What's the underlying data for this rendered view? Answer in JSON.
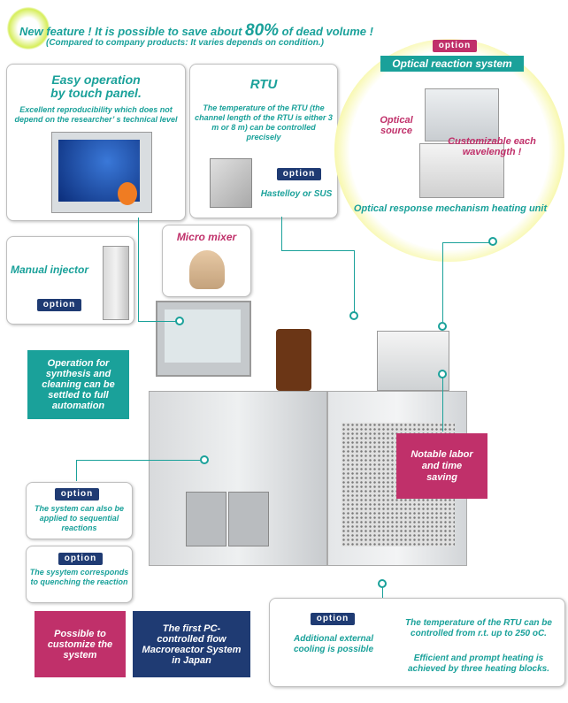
{
  "header": {
    "line1_pre": "New feature ! It is possible to save about ",
    "line1_pct": "80%",
    "line1_post": " of dead volume !",
    "line2": "(Compared to company products: It varies depends on condition.)"
  },
  "easy_op": {
    "title1": "Easy operation",
    "title2": "by  touch panel.",
    "desc": "Excellent reproducibility which  does not depend on the researcher’ s technical level"
  },
  "rtu": {
    "title": "RTU",
    "desc": "The temperature of the RTU (the channel length of the RTU is either 3 m or 8 m) can be controlled precisely",
    "option": "option",
    "material": "Hastelloy or SUS"
  },
  "optical": {
    "option": "option",
    "title": "Optical reaction system",
    "source": "Optical source",
    "custom": "Customizable each wavelength !",
    "heating": "Optical response mechanism heating unit"
  },
  "micro_mixer": {
    "title": "Micro mixer"
  },
  "manual_injector": {
    "title": "Manual injector",
    "option": "option"
  },
  "automation": {
    "text": "Operation for synthesis and cleaning can be settled to full automation"
  },
  "labor": {
    "text": "Notable labor and time saving"
  },
  "sequential": {
    "option": "option",
    "text": "The system can also be applied to sequential reactions"
  },
  "quenching": {
    "option": "option",
    "text": "The sysytem corresponds to quenching the reaction"
  },
  "customize": {
    "text": "Possible to customize the system"
  },
  "first": {
    "text": "The first PC-controlled flow Macroreactor System in Japan"
  },
  "cooling": {
    "option": "option",
    "text": "Additional external cooling is possible",
    "temp": "The temperature of the RTU can be controlled from r.t. up to 250 oC.",
    "heating": "Efficient and prompt heating is achieved by three heating blocks."
  },
  "colors": {
    "teal": "#1aa19a",
    "navy": "#1f3b73",
    "pink": "#c0306a",
    "green_glow": "#c8e84a",
    "yellow_glow": "#f5f58a"
  }
}
